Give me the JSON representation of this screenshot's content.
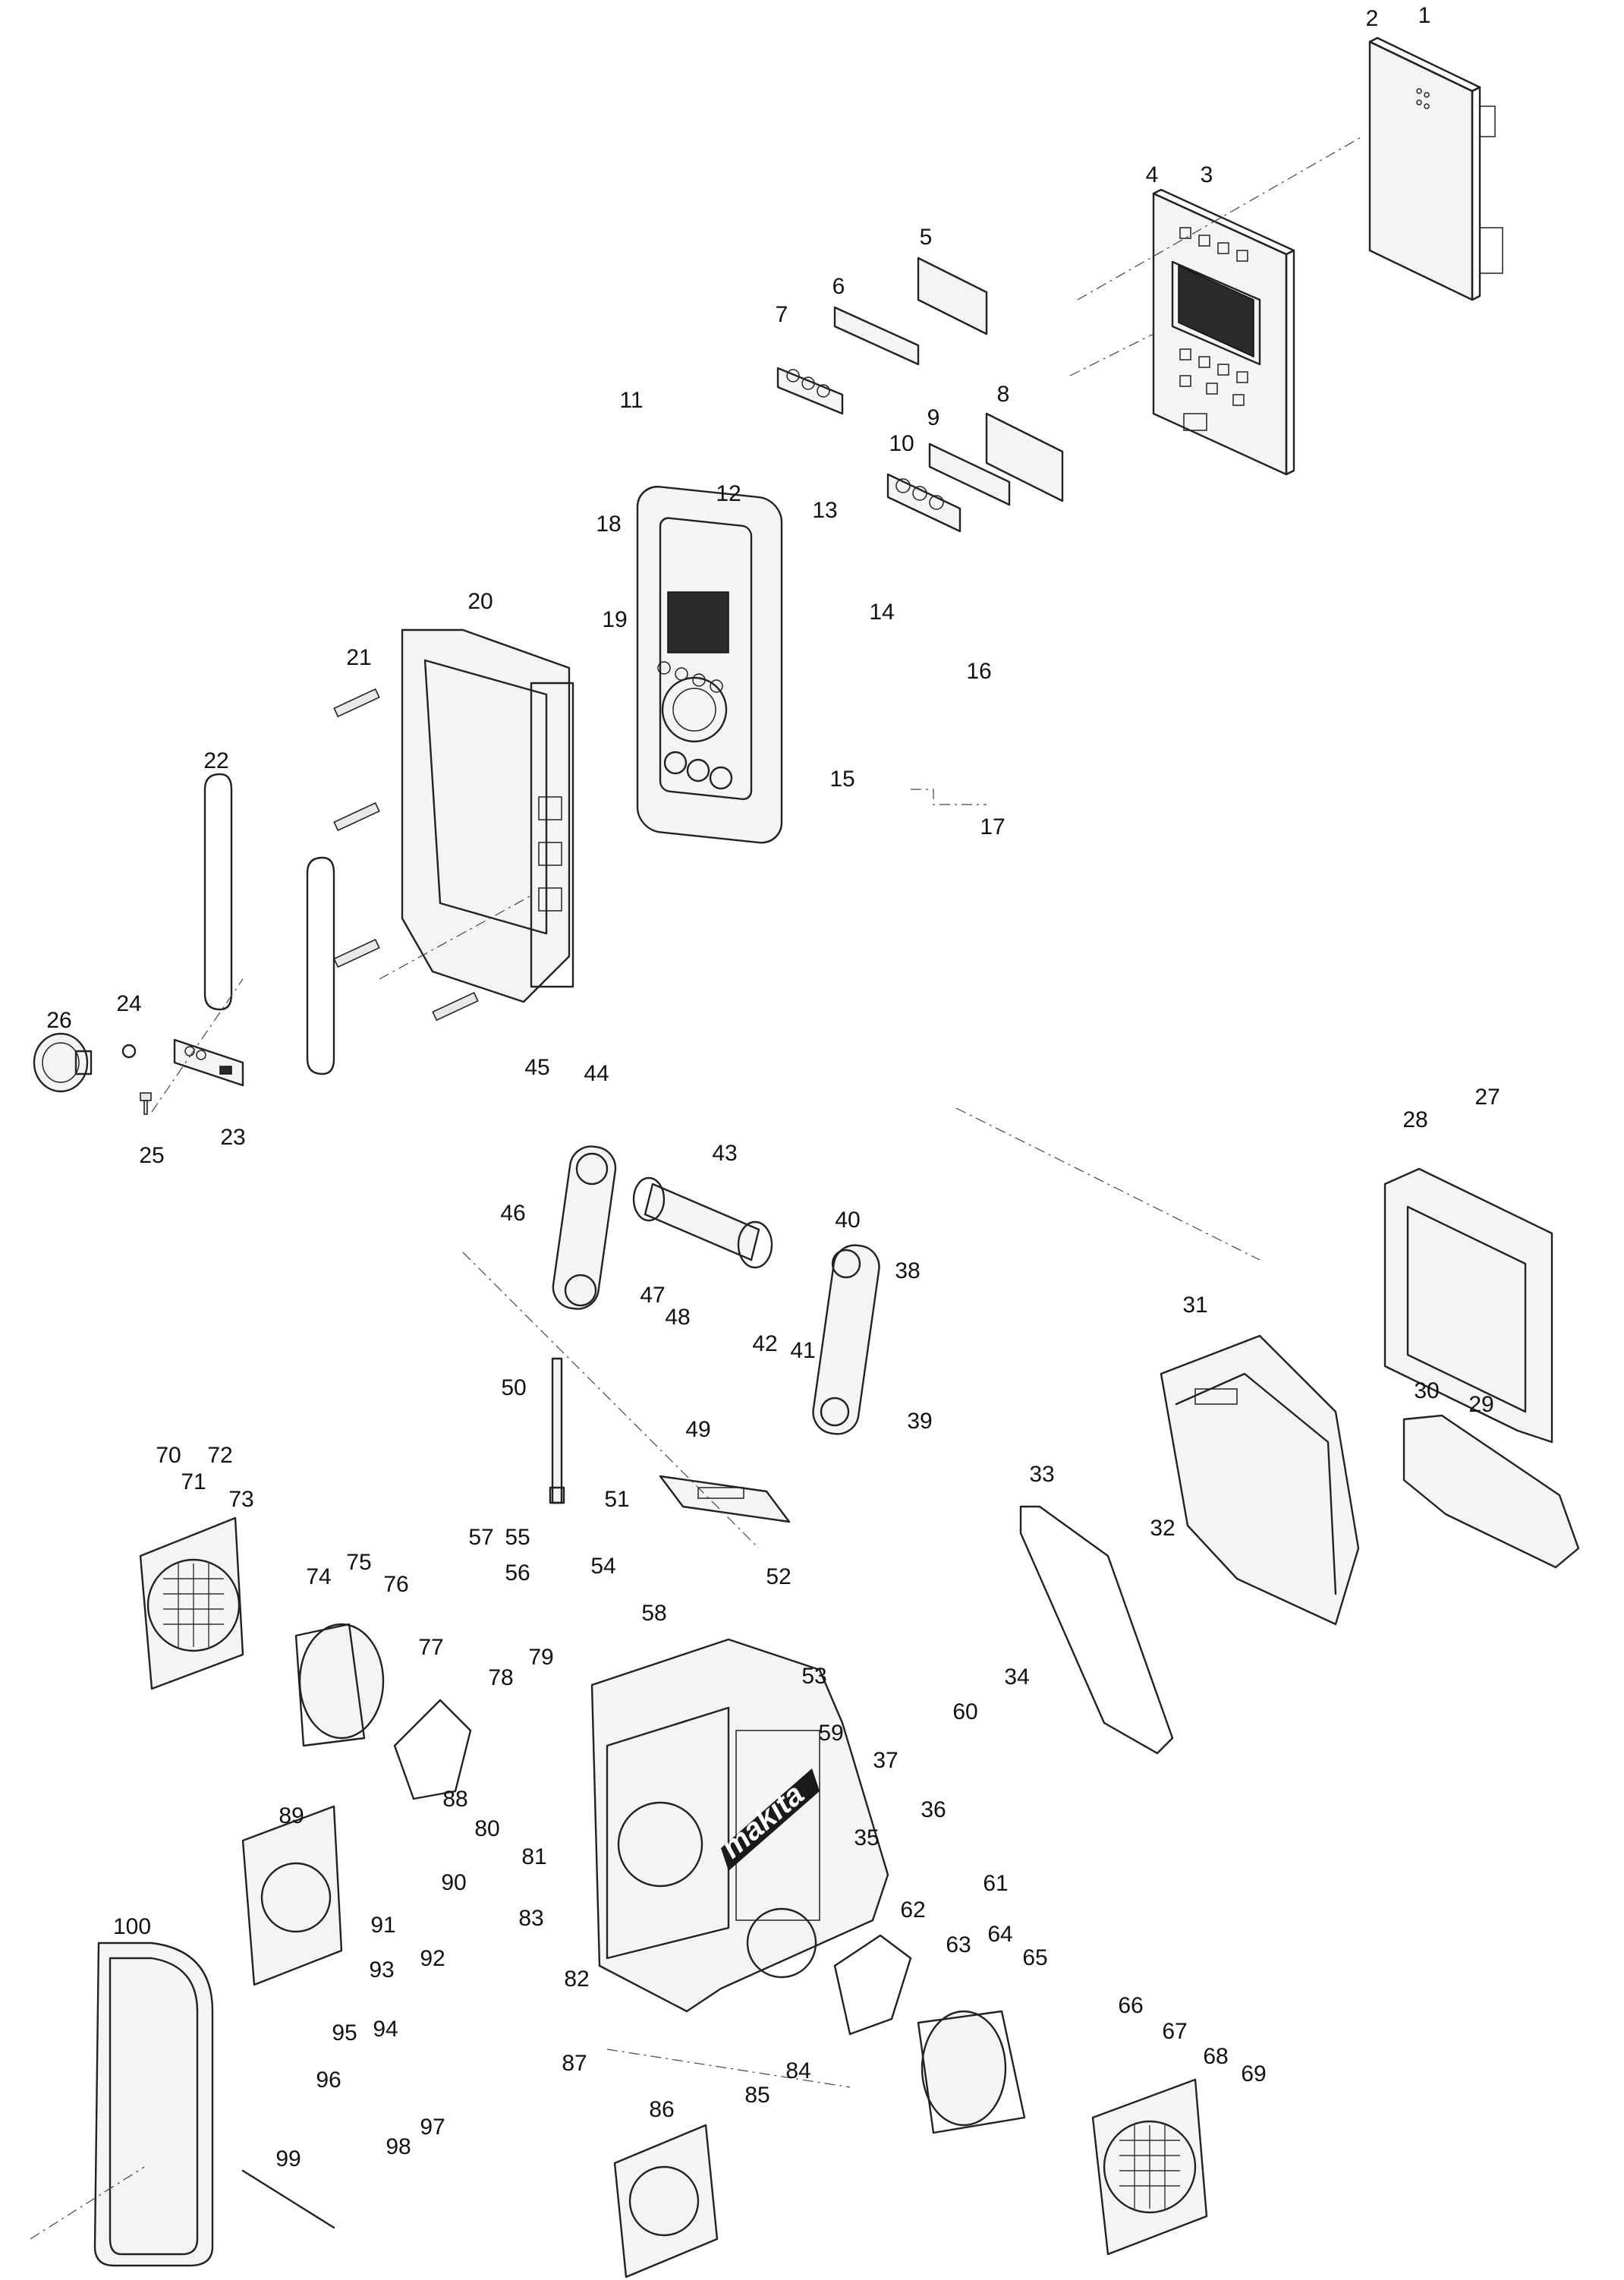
{
  "diagram": {
    "brand_logo": "makita",
    "parts": [
      {
        "id": "1"
      },
      {
        "id": "2"
      },
      {
        "id": "3"
      },
      {
        "id": "4"
      },
      {
        "id": "5"
      },
      {
        "id": "6"
      },
      {
        "id": "7"
      },
      {
        "id": "8"
      },
      {
        "id": "9"
      },
      {
        "id": "10"
      },
      {
        "id": "11"
      },
      {
        "id": "12"
      },
      {
        "id": "13"
      },
      {
        "id": "14"
      },
      {
        "id": "15"
      },
      {
        "id": "16"
      },
      {
        "id": "17"
      },
      {
        "id": "18"
      },
      {
        "id": "19"
      },
      {
        "id": "20"
      },
      {
        "id": "21"
      },
      {
        "id": "22"
      },
      {
        "id": "23"
      },
      {
        "id": "24"
      },
      {
        "id": "25"
      },
      {
        "id": "26"
      },
      {
        "id": "27"
      },
      {
        "id": "28"
      },
      {
        "id": "29"
      },
      {
        "id": "30"
      },
      {
        "id": "31"
      },
      {
        "id": "32"
      },
      {
        "id": "33"
      },
      {
        "id": "34"
      },
      {
        "id": "35"
      },
      {
        "id": "36"
      },
      {
        "id": "37"
      },
      {
        "id": "38"
      },
      {
        "id": "39"
      },
      {
        "id": "40"
      },
      {
        "id": "41"
      },
      {
        "id": "42"
      },
      {
        "id": "43"
      },
      {
        "id": "44"
      },
      {
        "id": "45"
      },
      {
        "id": "46"
      },
      {
        "id": "47"
      },
      {
        "id": "48"
      },
      {
        "id": "49"
      },
      {
        "id": "50"
      },
      {
        "id": "51"
      },
      {
        "id": "52"
      },
      {
        "id": "53"
      },
      {
        "id": "54"
      },
      {
        "id": "55"
      },
      {
        "id": "56"
      },
      {
        "id": "57"
      },
      {
        "id": "58"
      },
      {
        "id": "59"
      },
      {
        "id": "60"
      },
      {
        "id": "61"
      },
      {
        "id": "62"
      },
      {
        "id": "63"
      },
      {
        "id": "64"
      },
      {
        "id": "65"
      },
      {
        "id": "66"
      },
      {
        "id": "67"
      },
      {
        "id": "68"
      },
      {
        "id": "69"
      },
      {
        "id": "70"
      },
      {
        "id": "71"
      },
      {
        "id": "72"
      },
      {
        "id": "73"
      },
      {
        "id": "74"
      },
      {
        "id": "75"
      },
      {
        "id": "76"
      },
      {
        "id": "77"
      },
      {
        "id": "78"
      },
      {
        "id": "79"
      },
      {
        "id": "80"
      },
      {
        "id": "81"
      },
      {
        "id": "82"
      },
      {
        "id": "83"
      },
      {
        "id": "84"
      },
      {
        "id": "85"
      },
      {
        "id": "86"
      },
      {
        "id": "87"
      },
      {
        "id": "88"
      },
      {
        "id": "89"
      },
      {
        "id": "90"
      },
      {
        "id": "91"
      },
      {
        "id": "92"
      },
      {
        "id": "93"
      },
      {
        "id": "94"
      },
      {
        "id": "95"
      },
      {
        "id": "96"
      },
      {
        "id": "97"
      },
      {
        "id": "98"
      },
      {
        "id": "99"
      },
      {
        "id": "100"
      }
    ]
  }
}
